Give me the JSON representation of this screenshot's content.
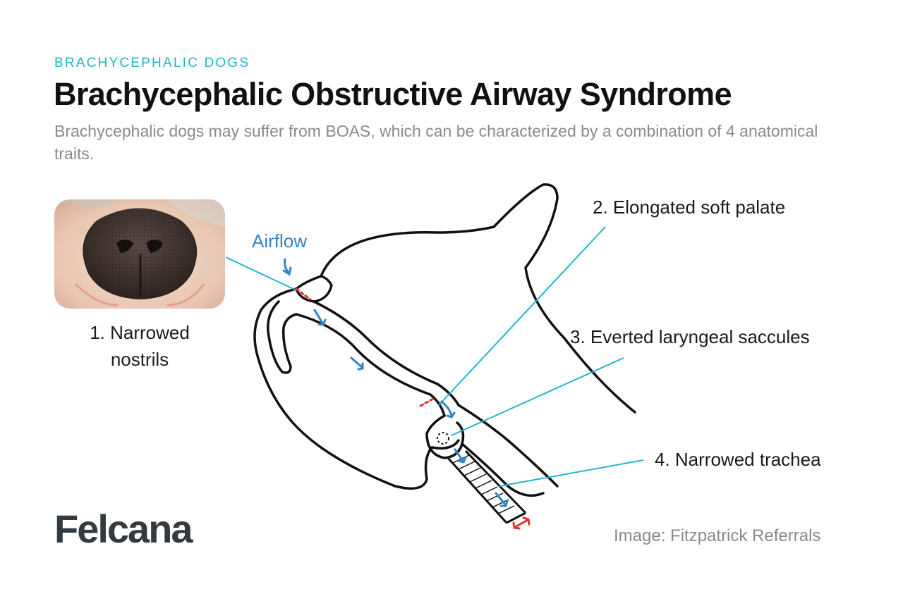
{
  "header": {
    "eyebrow": "BRACHYCEPHALIC DOGS",
    "title": "Brachycephalic Obstructive Airway Syndrome",
    "subtitle": "Brachycephalic dogs may suffer from BOAS, which can be characterized by a combination of 4 anatomical traits."
  },
  "diagram": {
    "airflow_label": "Airflow",
    "traits": [
      {
        "label": "1. Narrowed nostrils"
      },
      {
        "label": "2. Elongated soft palate"
      },
      {
        "label": "3. Everted laryngeal saccules"
      },
      {
        "label": "4. Narrowed trachea"
      }
    ],
    "colors": {
      "accent": "#1fb6cc",
      "leader_line": "#1fb6cc",
      "airflow": "#2e86c9",
      "restriction": "#e0332f",
      "outline": "#111111"
    }
  },
  "footer": {
    "brand": "Felcana",
    "credit": "Image: Fitzpatrick Referrals"
  }
}
